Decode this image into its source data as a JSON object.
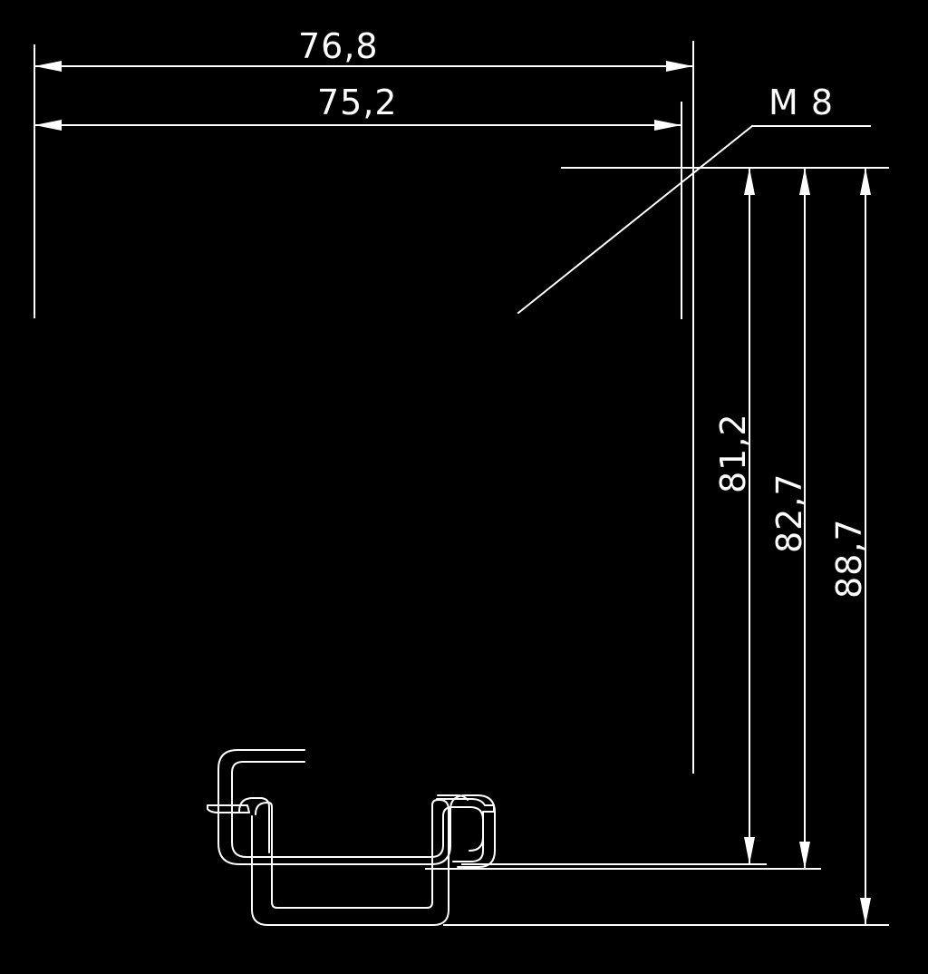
{
  "drawing": {
    "dimensions": {
      "top_outer": "76,8",
      "top_inner": "75,2",
      "thread": "M 8",
      "vertical_1": "81,2",
      "vertical_2": "82,7",
      "vertical_3": "88,7"
    }
  }
}
